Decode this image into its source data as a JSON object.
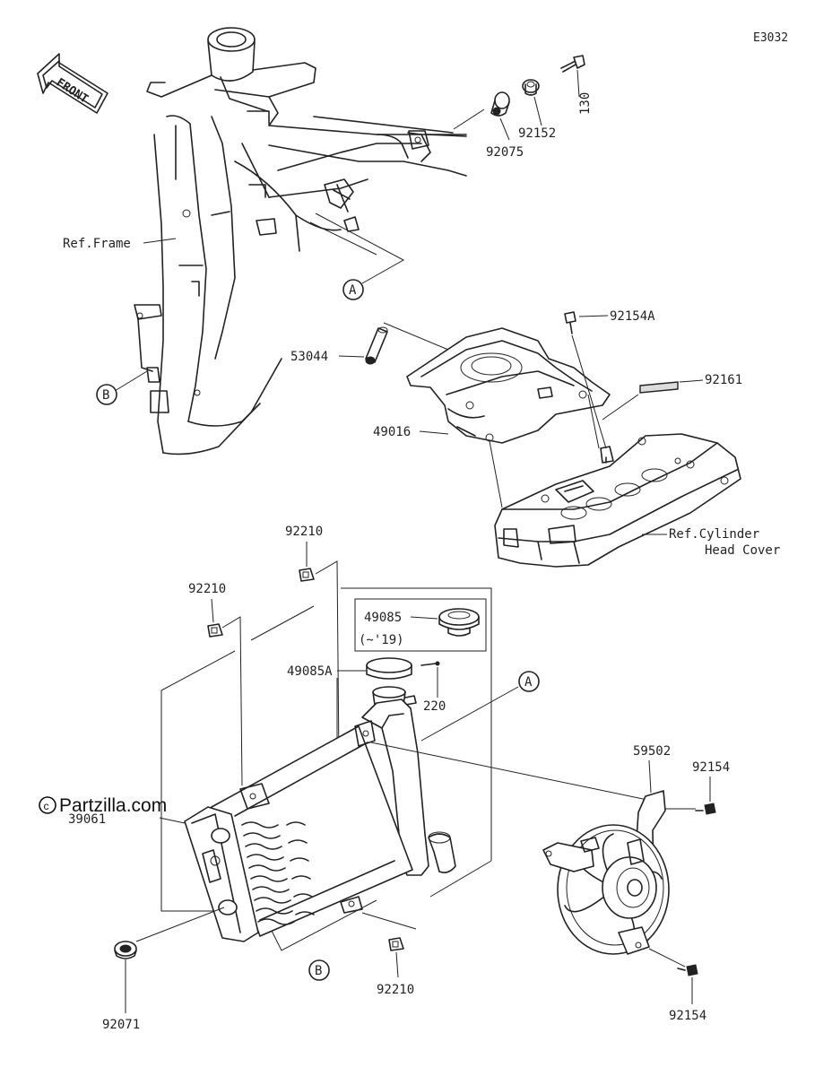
{
  "diagram_code": "E3032",
  "front_arrow": {
    "text": "FRONT"
  },
  "watermark": "Partzilla.com",
  "refs": {
    "frame": "Ref.Frame",
    "cylinder_head_cover_line1": "Ref.Cylinder",
    "cylinder_head_cover_line2": "Head Cover"
  },
  "callouts": {
    "a_top": "A",
    "a_bottom": "A",
    "b_left": "B",
    "b_bottom": "B"
  },
  "parts": {
    "p130": "130",
    "p92152": "92152",
    "p92075": "92075",
    "p92154a": "92154A",
    "p92161": "92161",
    "p53044": "53044",
    "p49016": "49016",
    "p92210_top": "92210",
    "p92210_left": "92210",
    "p92210_bottom": "92210",
    "p49085": "49085",
    "p49085_note": "(~'19)",
    "p49085a": "49085A",
    "p220": "220",
    "p59502": "59502",
    "p92154_top": "92154",
    "p92154_bottom": "92154",
    "p39061": "39061",
    "p92071": "92071"
  }
}
